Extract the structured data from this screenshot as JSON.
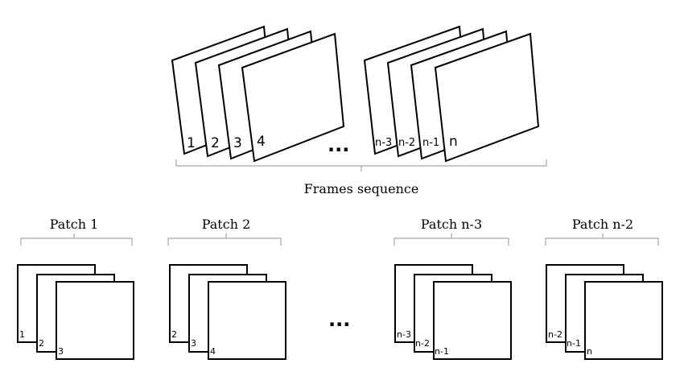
{
  "frames": {
    "first_group": [
      "1",
      "2",
      "3",
      "4"
    ],
    "last_group": [
      "n-3",
      "n-2",
      "n-1",
      "n"
    ],
    "ellipsis": "...",
    "caption": "Frames sequence"
  },
  "patches": [
    {
      "title": "Patch 1",
      "labels": [
        "1",
        "2",
        "3"
      ]
    },
    {
      "title": "Patch 2",
      "labels": [
        "2",
        "3",
        "4"
      ]
    },
    {
      "title": "Patch n-3",
      "labels": [
        "n-3",
        "n-2",
        "n-1"
      ]
    },
    {
      "title": "Patch n-2",
      "labels": [
        "n-2",
        "n-1",
        "n"
      ]
    }
  ],
  "patches_ellipsis": "..."
}
